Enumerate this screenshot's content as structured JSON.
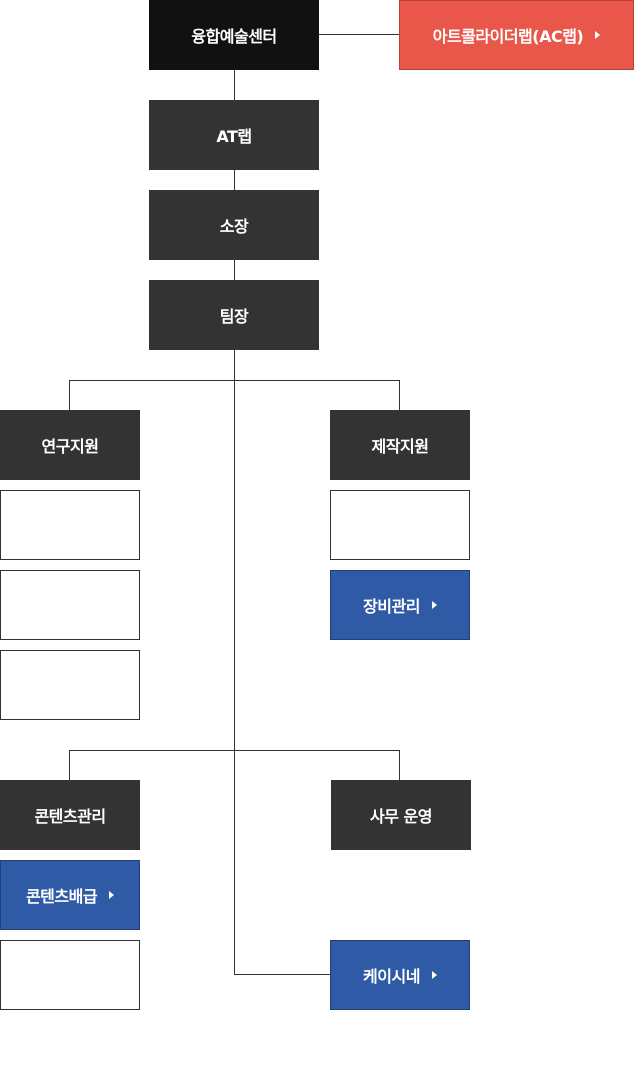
{
  "org": {
    "top": "융합예술센터",
    "ac_lab": "아트콜라이더랩(AC랩)",
    "at_lab": "AT랩",
    "director": "소장",
    "team_leader": "팀장",
    "research_support": "연구지원",
    "production_support": "제작지원",
    "equipment": "장비관리",
    "contents_mgmt": "콘텐츠관리",
    "operations": "사무 운영",
    "contents_dist": "콘텐츠배급",
    "cinema": "케이시네"
  },
  "colors": {
    "dark": "#333333",
    "black": "#111111",
    "red": "#e8574a",
    "blue": "#2e5aa6"
  },
  "icons": {
    "link_arrow": "caret-right-icon"
  }
}
